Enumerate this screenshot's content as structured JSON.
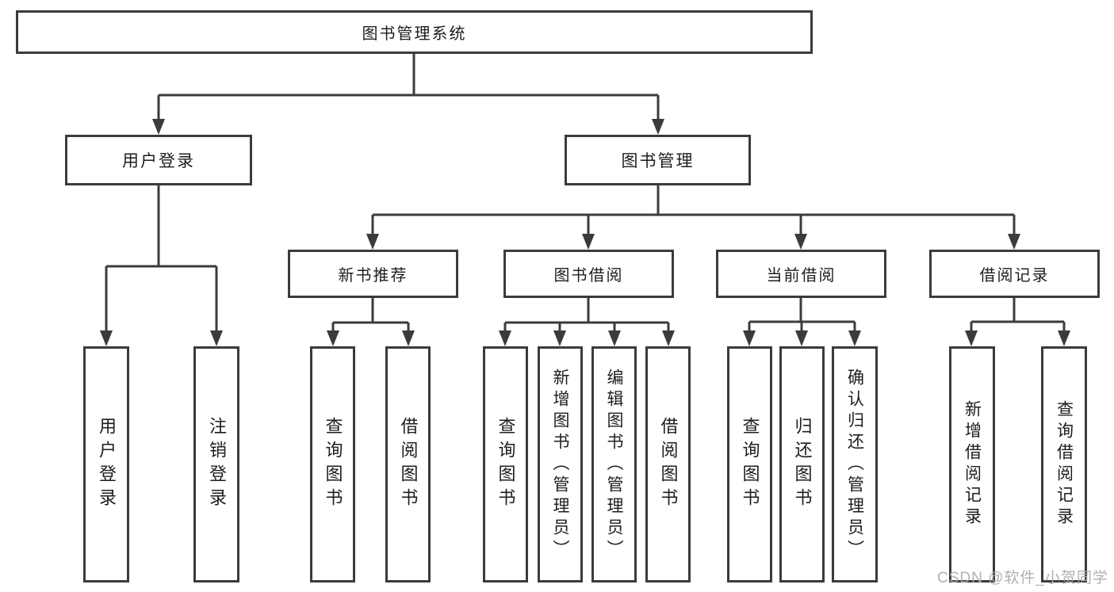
{
  "tree": {
    "label": "图书管理系统",
    "children": [
      {
        "label": "用户登录",
        "children": [
          {
            "label": "用户登录"
          },
          {
            "label": "注销登录"
          }
        ]
      },
      {
        "label": "图书管理",
        "children": [
          {
            "label": "新书推荐",
            "children": [
              {
                "label": "查询图书"
              },
              {
                "label": "借阅图书"
              }
            ]
          },
          {
            "label": "图书借阅",
            "children": [
              {
                "label": "查询图书"
              },
              {
                "label": "新增图书（管理员）"
              },
              {
                "label": "编辑图书（管理员）"
              },
              {
                "label": "借阅图书"
              }
            ]
          },
          {
            "label": "当前借阅",
            "children": [
              {
                "label": "查询图书"
              },
              {
                "label": "归还图书"
              },
              {
                "label": "确认归还（管理员）"
              }
            ]
          },
          {
            "label": "借阅记录",
            "children": [
              {
                "label": "新增借阅记录"
              },
              {
                "label": "查询借阅记录"
              }
            ]
          }
        ]
      }
    ]
  },
  "watermark": {
    "text": "CSDN @软件_小贺同学"
  },
  "colors": {
    "line": "#3b3b3b",
    "text": "#1e1e1e",
    "background": "#ffffff",
    "watermark": "#ababab"
  }
}
